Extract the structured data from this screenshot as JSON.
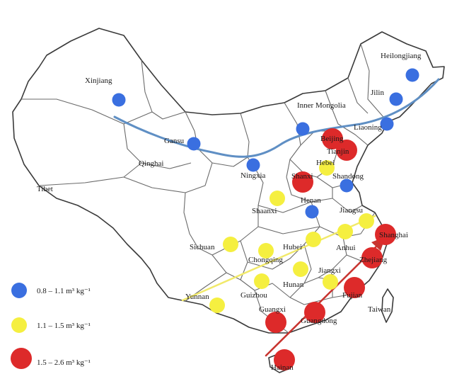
{
  "colors": {
    "low": "#3a6fe0",
    "mid": "#f5ef40",
    "high": "#dd2a2a",
    "line_blue": "#5f8fc4",
    "line_yellow": "#f1e96a",
    "line_red": "#c8342f"
  },
  "legend": [
    {
      "label": "0.8 – 1.1 m³ kg⁻¹",
      "level": "low"
    },
    {
      "label": "1.1 – 1.5 m³ kg⁻¹",
      "level": "mid"
    },
    {
      "label": "1.5 – 2.6 m³ kg⁻¹",
      "level": "high"
    }
  ],
  "regions": [
    {
      "name": "Heilongjiang",
      "level": "low"
    },
    {
      "name": "Jilin",
      "level": "low"
    },
    {
      "name": "Liaoning",
      "level": "low"
    },
    {
      "name": "Xinjiang",
      "level": "low"
    },
    {
      "name": "Gansu",
      "level": "low"
    },
    {
      "name": "Inner Mongolia",
      "level": "low"
    },
    {
      "name": "Ningxia",
      "level": "low"
    },
    {
      "name": "Shandong",
      "level": "low"
    },
    {
      "name": "Henan",
      "level": "low"
    },
    {
      "name": "Beijing",
      "level": "high"
    },
    {
      "name": "Tianjin",
      "level": "high"
    },
    {
      "name": "Hebei",
      "level": "mid"
    },
    {
      "name": "Shanxi",
      "level": "high"
    },
    {
      "name": "Shaanxi",
      "level": "mid"
    },
    {
      "name": "Jiangsu",
      "level": "mid"
    },
    {
      "name": "Shanghai",
      "level": "high"
    },
    {
      "name": "Anhui",
      "level": "mid"
    },
    {
      "name": "Hubei",
      "level": "mid"
    },
    {
      "name": "Zhejiang",
      "level": "high"
    },
    {
      "name": "Sichuan",
      "level": "mid"
    },
    {
      "name": "Chongqing",
      "level": "mid"
    },
    {
      "name": "Hunan",
      "level": "mid"
    },
    {
      "name": "Jiangxi",
      "level": "mid"
    },
    {
      "name": "Fujian",
      "level": "high"
    },
    {
      "name": "Guizhou",
      "level": "mid"
    },
    {
      "name": "Yunnan",
      "level": "mid"
    },
    {
      "name": "Guangxi",
      "level": "high"
    },
    {
      "name": "Guangdong",
      "level": "high"
    },
    {
      "name": "Hainan",
      "level": "high"
    }
  ],
  "labels_only": [
    "Qinghai",
    "Tibet",
    "Taiwan"
  ]
}
